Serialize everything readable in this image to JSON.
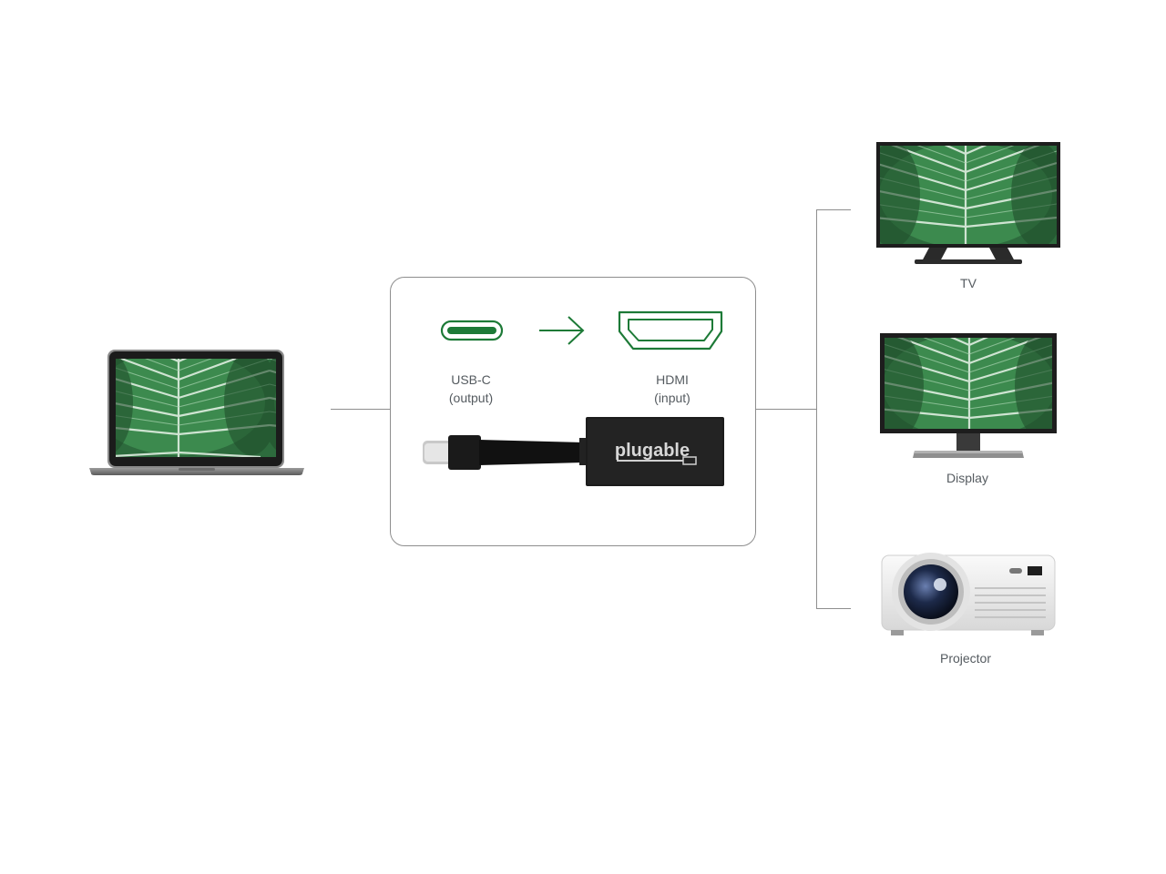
{
  "adapter": {
    "input_port": {
      "label": "USB-C",
      "sub_label": "(output)"
    },
    "output_port": {
      "label": "HDMI",
      "sub_label": "(input)"
    },
    "brand": "plugable"
  },
  "devices": [
    {
      "name": "TV"
    },
    {
      "name": "Display"
    },
    {
      "name": "Projector"
    }
  ],
  "colors": {
    "accent_green": "#1d7a37",
    "line_gray": "#8e8e8e",
    "label_gray": "#555b60"
  },
  "icons": [
    "laptop-icon",
    "usb-c-port-icon",
    "arrow-right-icon",
    "hdmi-port-icon",
    "adapter-cable-image",
    "tv-icon",
    "display-monitor-icon",
    "projector-icon"
  ]
}
